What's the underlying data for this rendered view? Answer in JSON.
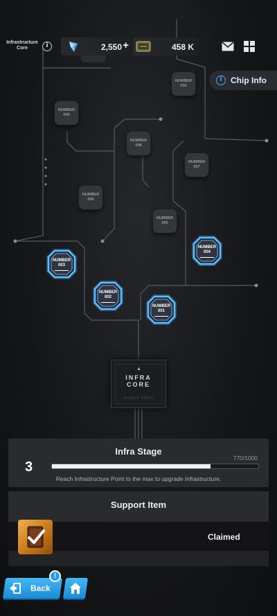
{
  "header": {
    "core_label": "Infrastructure Core",
    "crystal_amount": "2,550",
    "plus": "+",
    "ticket_amount": "458 K"
  },
  "chip_info": {
    "label": "Chip Info",
    "icon_glyph": "i"
  },
  "nodes": [
    {
      "id": "010",
      "label": "NUMBER",
      "number": "010",
      "state": "locked"
    },
    {
      "id": "009",
      "label": "NUMBER",
      "number": "009",
      "state": "locked"
    },
    {
      "id": "008",
      "label": "NUMBER",
      "number": "008",
      "state": "locked"
    },
    {
      "id": "007",
      "label": "NUMBER",
      "number": "007",
      "state": "locked"
    },
    {
      "id": "006",
      "label": "NUMBER",
      "number": "006",
      "state": "locked"
    },
    {
      "id": "005",
      "label": "NUMBER",
      "number": "005",
      "state": "locked"
    },
    {
      "id": "004",
      "label": "NUMBER",
      "number": "004",
      "state": "active"
    },
    {
      "id": "003",
      "label": "NUMBER",
      "number": "003",
      "state": "active"
    },
    {
      "id": "002",
      "label": "NUMBER",
      "number": "002",
      "state": "active"
    },
    {
      "id": "001",
      "label": "NUMBER",
      "number": "001",
      "state": "active"
    }
  ],
  "infra_core": {
    "line1": "INFRA",
    "line2": "CORE",
    "sub": "GUARD ZERO"
  },
  "stage": {
    "title": "Infra Stage",
    "level": "3",
    "progress_text": "770/1000",
    "progress_fraction": 0.77,
    "description": "Reach Infrastructure Point to the max to upgrade Infrastructure."
  },
  "support": {
    "title": "Support Item",
    "status": "Claimed"
  },
  "nav": {
    "back_label": "Back",
    "badge": "!"
  },
  "colors": {
    "accent_blue": "#2a9de8",
    "node_glow": "#3ea8ff",
    "panel": "#2a2b2e"
  }
}
